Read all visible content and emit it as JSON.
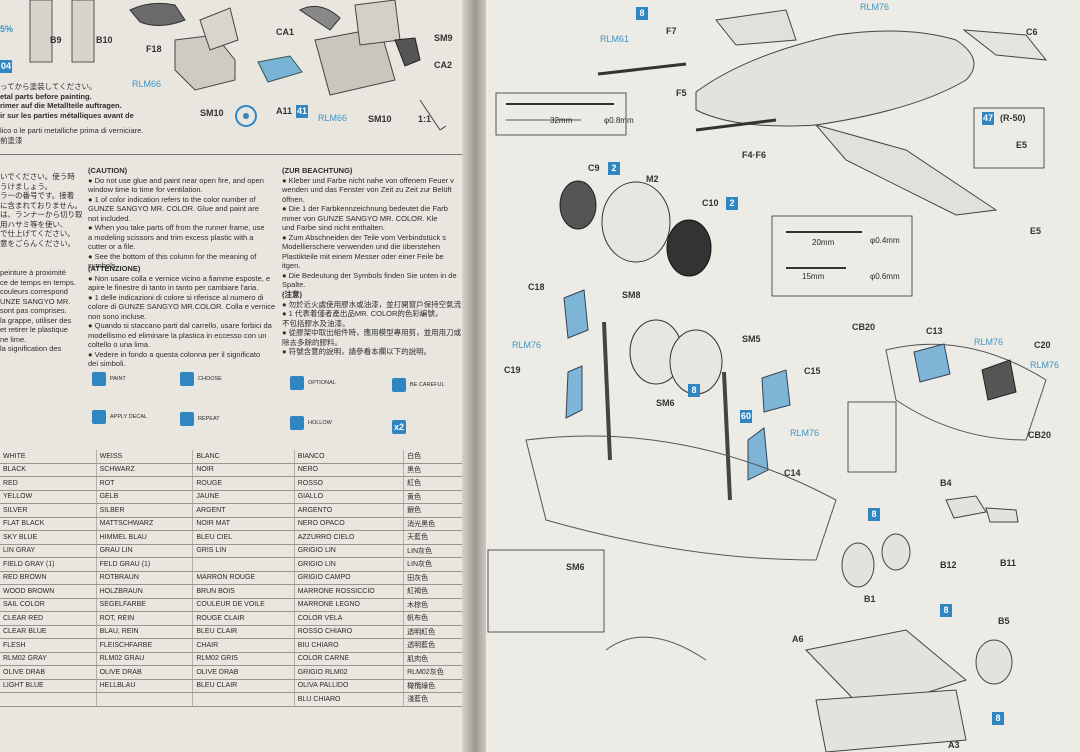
{
  "left_page": {
    "top_labels": {
      "percent": "5%",
      "b9": "B9",
      "b10": "B10",
      "f18": "F18",
      "ca1": "CA1",
      "sm9": "SM9",
      "ca2": "CA2",
      "rlm66_a": "RLM66",
      "sm10_a": "SM10",
      "a11": "A11",
      "a11_badge": "41",
      "rlm66_b": "RLM66",
      "sm10_b": "SM10",
      "scale": "1:1",
      "corner_badge": "04"
    },
    "note_lines": [
      "ってから塗装してください。",
      "etal parts before painting.",
      "rimer auf die Metallteile auftragen.",
      "ir sur les parties métalliques avant de",
      "lico o le parti metalliche prima di verniciare.",
      "前塗漆"
    ],
    "caution": {
      "heading": "(CAUTION)",
      "lines": [
        "● Do not use glue and paint near open fire, and open",
        "window time to time for ventilation.",
        "● 1 of color indication refers to the color number of",
        "GUNZE SANGYO MR. COLOR. Glue and paint are",
        "not included.",
        "● When you take parts off from the runner frame, use",
        "a modeling scissors and trim excess plastic with a",
        "cutter or a file.",
        "● See the bottom of this column for the meaning of",
        "symbols."
      ]
    },
    "attenzione": {
      "heading": "(ATTENZIONE)",
      "lines": [
        "● Non usare colla e vernice vicino a fiamme esposte, e",
        "apire le finestre di tanto in tanto per cambiare l'aria.",
        "● 1 delle indicazioni di colore si riferisce al numero di",
        "colore di GUNZE SANGYO MR.COLOR. Colla e vernice",
        "non sono incluse.",
        "● Quando si staccano parti dal carrello, usare forbici da",
        "modellismo ed eliminare la plastica in eccesso con un",
        "coltello o una lima.",
        "● Vedere in fondo a questa colonna per il significato",
        "dei simboli."
      ]
    },
    "beachtung": {
      "heading": "(ZUR BEACHTUNG)",
      "lines": [
        "● Kleber und Farbe nicht nahe von offenem Feuer v",
        "wenden und das Fenster von Zeit zu Zeit zur Belüft",
        "öffnen.",
        "● Die 1 der Farbkennzeichnung bedeutet die Farb",
        "mmer von GUNZE SANGYO MR. COLOR. Kle",
        "und Farbe sind nicht enthalten.",
        "● Zum Abschneiden der Teile vom Verbindstück s",
        "Modellierschere verwenden und die überstehen",
        "Plastikteile mit einem Messer oder einer Feile be",
        "itgen.",
        "● Die Bedeutung der Symbols finden Sie unten in de",
        "Spalte."
      ]
    },
    "chinese_notes": {
      "heading": "(注意)",
      "lines": [
        "● 勿於近火處使用膠水或油漆，並打開窗戶保持空氣流",
        "● 1 代表着僅者產出品MR. COLOR的色彩編號，",
        "不包括膠水及油漆。",
        "● 從膠架中取出組件時，應用模型專用剪，並用用刀或",
        "除去多餘的膠料。",
        "● 符號含意的說明，請參看本欄以下的說明。"
      ]
    },
    "french_notes": {
      "lines": [
        "peinture à proximité",
        "ce de temps en temps.",
        "couleurs correspond",
        "UNZE SANGYO MR.",
        "sont pas comprises.",
        "la grappe, utiliser des",
        "et retirer le plastique",
        "ne lime.",
        "la signification des"
      ]
    },
    "jp_notes": {
      "lines": [
        "いでください。使う時",
        "うけましょう。",
        "ラーの番号です。接着",
        "に含まれておりません。",
        "は、ランナーから切り取",
        "用ハサミ等を使い、",
        "で仕上げてください。",
        "意をごらんください。"
      ]
    },
    "symbols": [
      {
        "icon": "paint-icon",
        "label": "PAINT"
      },
      {
        "icon": "choose-icon",
        "label": "CHOOSE"
      },
      {
        "icon": "optional-icon",
        "label": "OPTIONAL"
      },
      {
        "icon": "careful-icon",
        "label": "BE CAREFUL"
      },
      {
        "icon": "apply-decal-icon",
        "label": "APPLY DECAL"
      },
      {
        "icon": "repeat-icon",
        "label": "REPEAT"
      },
      {
        "icon": "hollow-icon",
        "label": "HOLLOW"
      },
      {
        "icon": "x2-icon",
        "label": "x2"
      }
    ],
    "color_table": [
      [
        "WHITE",
        "WEISS",
        "BLANC",
        "BIANCO",
        "白色"
      ],
      [
        "BLACK",
        "SCHWARZ",
        "NOIR",
        "NERO",
        "黑色"
      ],
      [
        "RED",
        "ROT",
        "ROUGE",
        "ROSSO",
        "紅色"
      ],
      [
        "YELLOW",
        "GELB",
        "JAUNE",
        "GIALLO",
        "黄色"
      ],
      [
        "SILVER",
        "SILBER",
        "ARGENT",
        "ARGENTO",
        "銀色"
      ],
      [
        "FLAT BLACK",
        "MATTSCHWARZ",
        "NOIR MAT",
        "NERO OPACO",
        "消光黑色"
      ],
      [
        "SKY BLUE",
        "HIMMEL BLAU",
        "BLEU CIEL",
        "AZZURRO CIELO",
        "天藍色"
      ],
      [
        "LIN GRAY",
        "GRAU LIN",
        "GRIS LIN",
        "GRIGIO LIN",
        "LIN灰色"
      ],
      [
        "FIELD GRAY (1)",
        "FELD GRAU (1)",
        "",
        "GRIGIO LIN",
        "LIN灰色"
      ],
      [
        "RED BROWN",
        "ROTBRAUN",
        "MARRON ROUGE",
        "GRIGIO CAMPO",
        "田灰色"
      ],
      [
        "WOOD BROWN",
        "HOLZBRAUN",
        "BRUN BOIS",
        "MARRONE ROSSICCIO",
        "紅褐色"
      ],
      [
        "SAIL COLOR",
        "SEGELFARBE",
        "COULEUR DE VOILE",
        "MARRONE LEGNO",
        "木棕色"
      ],
      [
        "CLEAR RED",
        "ROT, REIN",
        "ROUGE CLAIR",
        "COLOR VELA",
        "帆布色"
      ],
      [
        "CLEAR BLUE",
        "BLAU, REIN",
        "BLEU CLAIR",
        "ROSSO CHIARO",
        "透明紅色"
      ],
      [
        "FLESH",
        "FLEISCHFARBE",
        "CHAIR",
        "BIU CHIARO",
        "透明藍色"
      ],
      [
        "RLM02 GRAY",
        "RLM02 GRAU",
        "RLM02 GRIS",
        "COLOR CARNE",
        "肌肉色"
      ],
      [
        "OLIVE DRAB",
        "OLIVE DRAB",
        "OLIVE DRAB",
        "GRIGIO RLM02",
        "RLM02灰色"
      ],
      [
        "LIGHT BLUE",
        "HELLBLAU",
        "BLEU CLAIR",
        "OLIVA PALLIDO",
        "橄欖綠色"
      ],
      [
        "",
        "",
        "",
        "BLU CHIARO",
        "淺藍色"
      ]
    ]
  },
  "right_page": {
    "step_badge_top": "8",
    "labels": {
      "rlm61": "RLM61",
      "f7": "F7",
      "f5": "F5",
      "f4f6": "F4·F6",
      "rlm76_top": "RLM76",
      "c6": "C6",
      "step47": "47",
      "r50": "(R-50)",
      "e5_a": "E5",
      "e5_b": "E5",
      "dim_32": "32mm",
      "dim_phi08": "φ0.8mm",
      "dim_20": "20mm",
      "dim_phi04": "φ0.4mm",
      "dim_15": "15mm",
      "dim_phi06": "φ0.6mm",
      "c9": "C9",
      "c9_badge": "2",
      "m2": "M2",
      "c10": "C10",
      "c10_badge": "2",
      "c18": "C18",
      "sm8": "SM8",
      "rlm76_a": "RLM76",
      "c19": "C19",
      "sm5": "SM5",
      "c15": "C15",
      "sm6_a": "SM6",
      "badge_8a": "8",
      "badge_60": "60",
      "rlm76_b": "RLM76",
      "c14": "C14",
      "cb20_a": "CB20",
      "c13": "C13",
      "rlm76_c": "RLM76",
      "c20": "C20",
      "rlm76_d": "RLM76",
      "cb20_b": "CB20",
      "b4": "B4",
      "b11": "B11",
      "badge_8b": "8",
      "b12": "B12",
      "b1": "B1",
      "sm6_b": "SM6",
      "a6": "A6",
      "b5": "B5",
      "badge_8c": "8",
      "badge_8d": "8",
      "a3": "A3"
    }
  }
}
